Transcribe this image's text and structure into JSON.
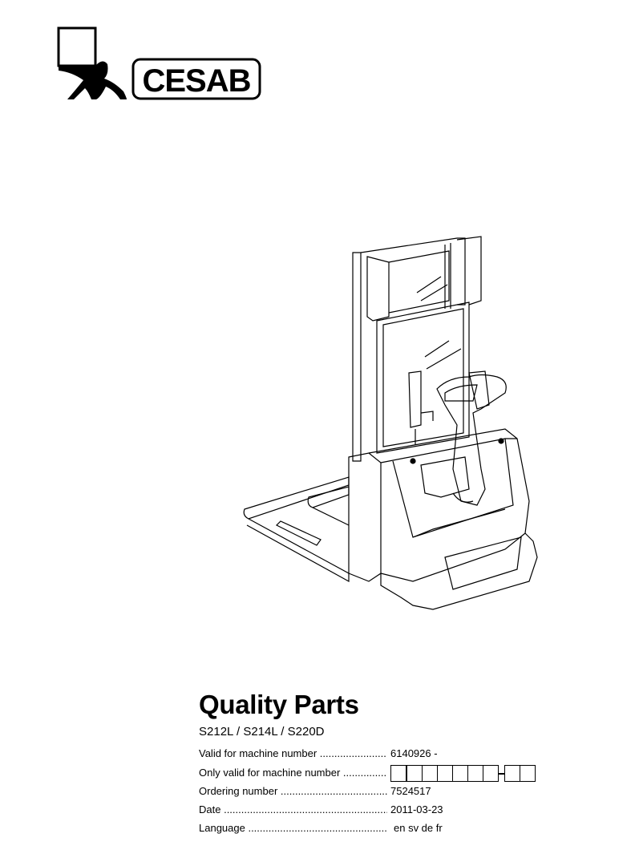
{
  "brand": {
    "logo_text": "CESAB"
  },
  "document": {
    "title": "Quality Parts",
    "models": "S212L / S214L / S220D",
    "fields": [
      {
        "label": "Valid for machine number",
        "value": "6140926 -"
      },
      {
        "label": "Only valid for machine number",
        "value": ""
      },
      {
        "label": "Ordering number",
        "value": "7524517"
      },
      {
        "label": "Date",
        "value": "2011-03-23"
      },
      {
        "label": "Language",
        "value": "en sv de fr"
      }
    ]
  }
}
